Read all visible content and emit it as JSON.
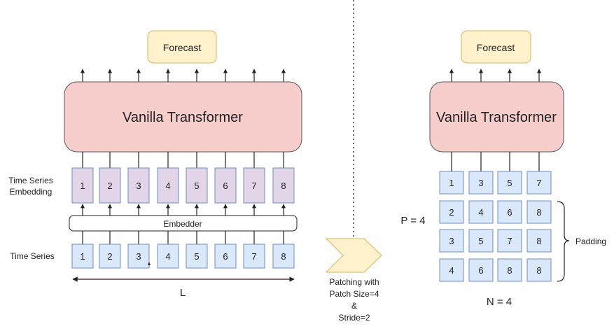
{
  "left_panel": {
    "forecast_label": "Forecast",
    "transformer_label": "Vanilla Transformer",
    "embedding_label_line1": "Time Series",
    "embedding_label_line2": "Embedding",
    "embedding_tokens": [
      "1",
      "2",
      "3",
      "4",
      "5",
      "6",
      "7",
      "8"
    ],
    "embedder_label": "Embedder",
    "series_label": "Time Series",
    "series_tokens": [
      "1",
      "2",
      "3",
      "4",
      "5",
      "6",
      "7",
      "8"
    ],
    "length_label": "L"
  },
  "middle": {
    "caption_line1": "Patching with",
    "caption_line2": "Patch Size=4",
    "caption_line3": "&",
    "caption_line4": "Stride=2"
  },
  "right_panel": {
    "forecast_label": "Forecast",
    "transformer_label": "Vanilla Transformer",
    "patch_grid": [
      [
        "1",
        "3",
        "5",
        "7"
      ],
      [
        "2",
        "4",
        "6",
        "8"
      ],
      [
        "3",
        "5",
        "7",
        "8"
      ],
      [
        "4",
        "6",
        "8",
        "8"
      ]
    ],
    "p_label": "P = 4",
    "n_label": "N = 4",
    "padding_label": "Padding"
  },
  "colors": {
    "forecast_fill": "#fff2cc",
    "forecast_stroke": "#d6b656",
    "transformer_fill": "#f8cecc",
    "transformer_stroke": "#555555",
    "embedding_fill": "#e1d5e7",
    "series_fill": "#dae8fc",
    "box_stroke": "#6c8ebf",
    "arrow_fill": "#fff2cc",
    "arrow_stroke": "#d6b656"
  }
}
